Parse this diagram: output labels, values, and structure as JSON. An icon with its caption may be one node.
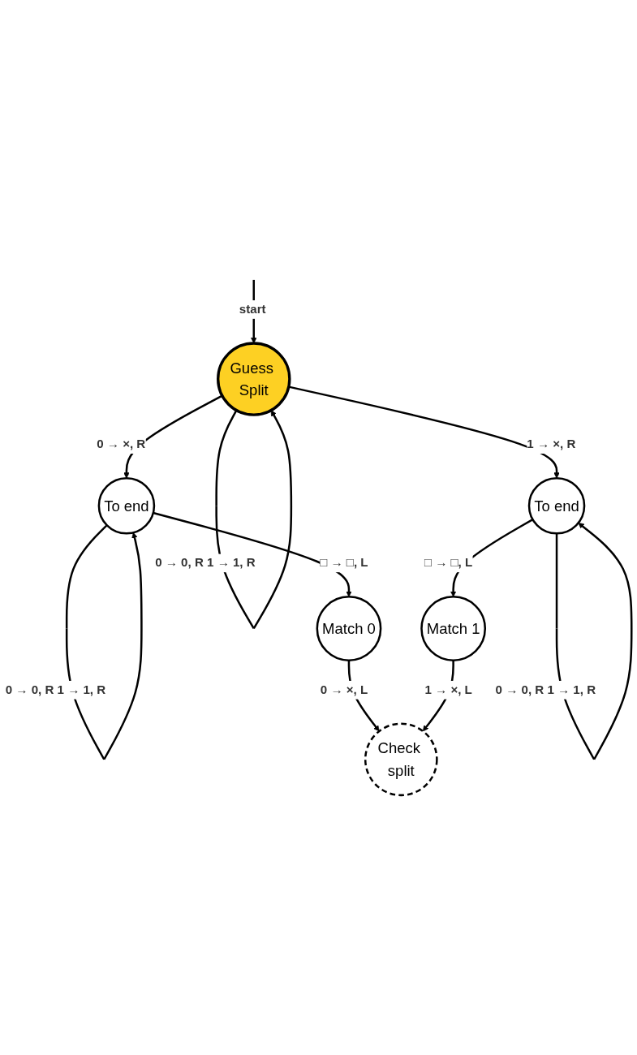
{
  "diagram": {
    "nodes": [
      {
        "text": [
          "Guess Split"
        ]
      },
      {
        "text": [
          "To end"
        ]
      },
      {
        "text": [
          "Match 0"
        ]
      },
      {
        "text": [
          "To end"
        ]
      },
      {
        "text": [
          "Match 1"
        ]
      },
      {
        "text": [
          "Check split"
        ]
      }
    ],
    "edges": [
      {
        "from": null,
        "to": 0,
        "arrow": "to",
        "label": "start"
      },
      {
        "from": 0,
        "to": 0,
        "arrow": "to",
        "label": "0 → 0, R 1 → 1, R"
      },
      {
        "from": 0,
        "to": 1,
        "arrow": "to",
        "label": "0 → ×, R"
      },
      {
        "from": 0,
        "to": 3,
        "arrow": "to",
        "label": "1 → ×, R"
      },
      {
        "from": 1,
        "to": 1,
        "arrow": "to",
        "label": "0 → 0, R 1 → 1, R"
      },
      {
        "from": 1,
        "to": 2,
        "arrow": "to",
        "label": "□ → □, L"
      },
      {
        "from": 3,
        "to": 3,
        "arrow": "to",
        "label": "0 → 0, R 1 → 1, R"
      },
      {
        "from": 3,
        "to": 4,
        "arrow": "to",
        "label": "□ → □, L"
      },
      {
        "from": 2,
        "to": 5,
        "arrow": "to",
        "label": "0 → ×, L"
      },
      {
        "from": 4,
        "to": 5,
        "arrow": "to",
        "label": "1 → ×, L"
      }
    ]
  }
}
